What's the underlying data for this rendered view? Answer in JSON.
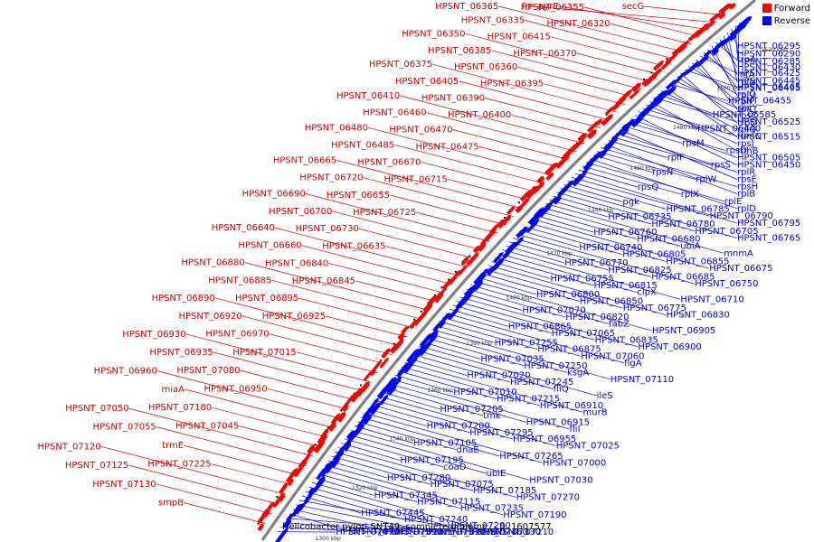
{
  "caption": "Helicobacter pylori SNT49, complete genome. - 0..1607577",
  "legend": {
    "forward": {
      "label": "Forward",
      "color": "#ff0000"
    },
    "reverse": {
      "label": "Reverse",
      "color": "#0000ff"
    }
  },
  "scale_marks": [
    "1300 kbp",
    "1320 kbp",
    "1340 kbp",
    "1360 kbp",
    "1380 kbp",
    "1400 kbp",
    "1420 kbp",
    "1440 kbp",
    "1460 kbp",
    "1480 kbp",
    "1500 kbp",
    "1520 kbp"
  ],
  "forward_labels": [
    "smpB",
    "HPSNT_07130",
    "HPSNT_07125",
    "HPSNT_07120",
    "HPSNT_07225",
    "trmE",
    "HPSNT_07055",
    "HPSNT_07050",
    "HPSNT_07045",
    "HPSNT_07180",
    "miaA",
    "HPSNT_06960",
    "HPSNT_06950",
    "HPSNT_07080",
    "HPSNT_06935",
    "HPSNT_06930",
    "HPSNT_07015",
    "HPSNT_06970",
    "HPSNT_06920",
    "HPSNT_06890",
    "HPSNT_06925",
    "HPSNT_06895",
    "HPSNT_06885",
    "HPSNT_06880",
    "HPSNT_06845",
    "HPSNT_06840",
    "HPSNT_06660",
    "HPSNT_06640",
    "HPSNT_06635",
    "HPSNT_06730",
    "HPSNT_06700",
    "HPSNT_06690",
    "HPSNT_06725",
    "HPSNT_06655",
    "HPSNT_06720",
    "HPSNT_06665",
    "HPSNT_06715",
    "HPSNT_06670",
    "HPSNT_06485",
    "HPSNT_06480",
    "HPSNT_06475",
    "HPSNT_06470",
    "HPSNT_06460",
    "HPSNT_06410",
    "HPSNT_06400",
    "HPSNT_06390",
    "HPSNT_06405",
    "HPSNT_06375",
    "HPSNT_06395",
    "HPSNT_06360",
    "HPSNT_06385",
    "HPSNT_06350",
    "HPSNT_06370",
    "HPSNT_06415",
    "HPSNT_06335",
    "HPSNT_06365",
    "HPSNT_06320",
    "HPSNT_06355",
    "pyrE",
    "frr",
    "secG"
  ],
  "reverse_labels": [
    "HPSNT_07470",
    "HPSNT_07390",
    "HPSNT_07370",
    "HPSNT_07460",
    "HPSNT_07325",
    "HPSNT_07375",
    "HPSNT_07275",
    "HPSNT_07330",
    "HPSNT_07445",
    "HPSNT_07240",
    "HPSNT_07290",
    "HPSNT_07210",
    "HPSNT_07345",
    "HPSNT_07115",
    "HPSNT_07235",
    "HPSNT_07190",
    "HPSNT_07280",
    "HPSNT_07075",
    "HPSNT_07185",
    "HPSNT_07270",
    "HPSNT_07195",
    "coaD",
    "ubiE",
    "HPSNT_07030",
    "HPSNT_07105",
    "dnaE",
    "HPSNT_07265",
    "HPSNT_07000",
    "HPSNT_07200",
    "HPSNT_07295",
    "HPSNT_06955",
    "HPSNT_07025",
    "HPSNT_07205",
    "tmk",
    "HPSNT_06915",
    "fliI",
    "HPSNT_07010",
    "HPSNT_07215",
    "HPSNT_06910",
    "murB",
    "HPSNT_07020",
    "HPSNT_07245",
    "fliQ",
    "ileS",
    "HPSNT_07035",
    "HPSNT_07250",
    "ksgA",
    "HPSNT_07110",
    "HPSNT_07255",
    "HPSNT_06875",
    "HPSNT_07060",
    "flgA",
    "HPSNT_06865",
    "HPSNT_07065",
    "HPSNT_06835",
    "HPSNT_06900",
    "HPSNT_07070",
    "HPSNT_06820",
    "fabZ",
    "HPSNT_06905",
    "HPSNT_06800",
    "HPSNT_06850",
    "HPSNT_06775",
    "HPSNT_06830",
    "HPSNT_06755",
    "HPSNT_06815",
    "clpX",
    "HPSNT_06710",
    "HPSNT_06770",
    "HPSNT_06825",
    "HPSNT_06685",
    "HPSNT_06750",
    "HPSNT_06740",
    "HPSNT_06805",
    "HPSNT_06855",
    "HPSNT_06675",
    "HPSNT_06760",
    "HPSNT_06680",
    "ubiA",
    "mnmA",
    "HPSNT_06735",
    "HPSNT_06780",
    "HPSNT_06705",
    "HPSNT_06765",
    "pgk",
    "HPSNT_06785",
    "HPSNT_06790",
    "HPSNT_06795",
    "rpsQ",
    "rplX",
    "rplE",
    "rplD",
    "rpsN",
    "rplW",
    "rpsH",
    "rplB",
    "rplF",
    "rpsS",
    "rplR",
    "rpsE",
    "rpsM",
    "rpsD",
    "HPSNT_06505",
    "HPSNT_06450",
    "HPSNT_06440",
    "fumC",
    "rpsJ",
    "rnhB",
    "HPSNT_06585",
    "HPSNT_06525",
    "rplQ",
    "HPSNT_06515",
    "HPSNT_06455",
    "secY",
    "rpsC",
    "trpD",
    "HPSNT_06465",
    "rplO",
    "rplP",
    "rplC",
    "HPSNT_06425",
    "HPSNT_06445",
    "HPSNT_06495",
    "rplV",
    "trpA",
    "HPSNT_06430",
    "infA",
    "rplN",
    "HPSNT_06295",
    "HPSNT_06290",
    "HPSNT_06285"
  ]
}
